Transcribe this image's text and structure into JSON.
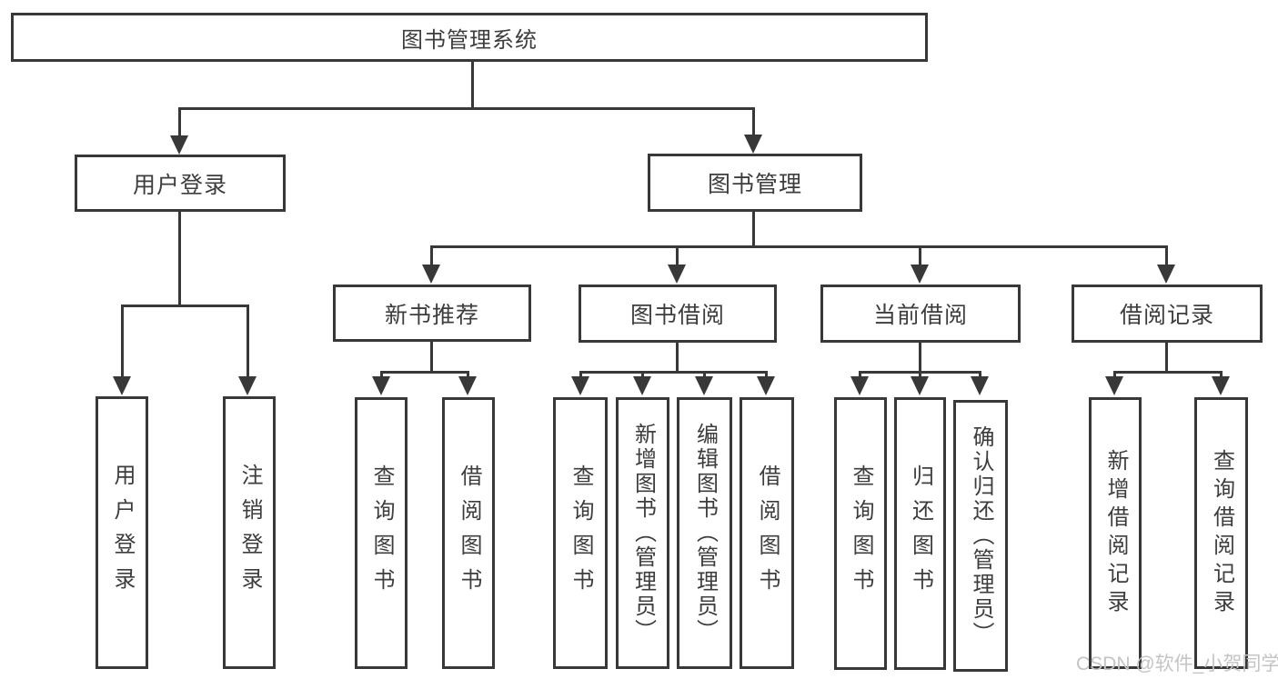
{
  "diagram": {
    "root": {
      "label": "图书管理系统"
    },
    "branches": [
      {
        "label": "用户登录",
        "children": [
          {
            "label": "用户登录"
          },
          {
            "label": "注销登录"
          }
        ]
      },
      {
        "label": "图书管理",
        "children": [
          {
            "label": "新书推荐",
            "children": [
              {
                "label": "查询图书"
              },
              {
                "label": "借阅图书"
              }
            ]
          },
          {
            "label": "图书借阅",
            "children": [
              {
                "label": "查询图书"
              },
              {
                "label": "新增图书（管理员）"
              },
              {
                "label": "编辑图书（管理员）"
              },
              {
                "label": "借阅图书"
              }
            ]
          },
          {
            "label": "当前借阅",
            "children": [
              {
                "label": "查询图书"
              },
              {
                "label": "归还图书"
              },
              {
                "label": "确认归还（管理员）"
              }
            ]
          },
          {
            "label": "借阅记录",
            "children": [
              {
                "label": "新增借阅记录"
              },
              {
                "label": "查询借阅记录"
              }
            ]
          }
        ]
      }
    ]
  },
  "watermark": {
    "text": "CSDN @软件_小贺同学"
  },
  "colors": {
    "line": "#383838",
    "text": "#3d3d3d",
    "background": "#ffffff",
    "watermark": "#c4c4c4"
  }
}
